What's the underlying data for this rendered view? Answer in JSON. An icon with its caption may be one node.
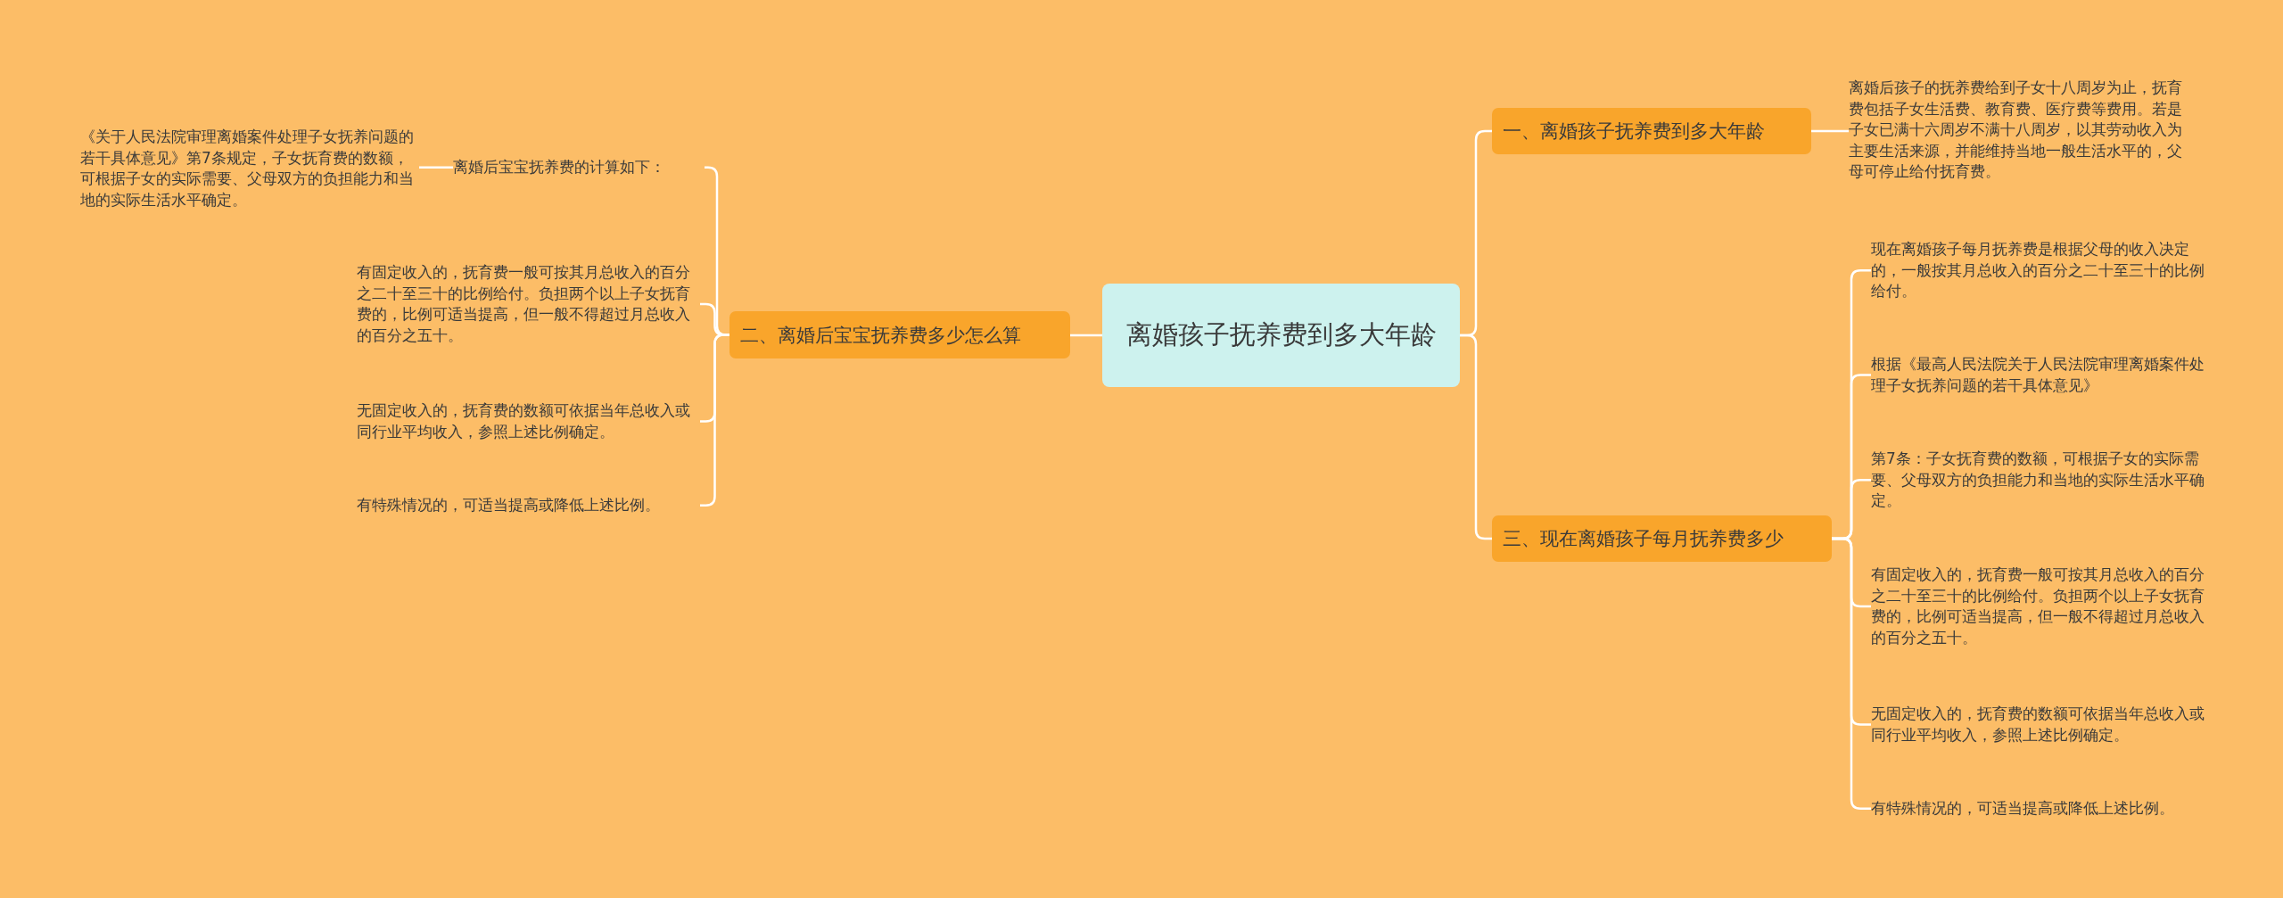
{
  "diagram": {
    "nodes": [
      {
        "text": [
          "离婚孩子抚养费到多大年龄"
        ]
      },
      {
        "text": [
          "一、离婚孩子抚养费到多大年龄"
        ]
      },
      {
        "text": [
          "离婚后孩子的抚养费给到子女十八周岁为止，抚育费包括子女生活费、教育费、医疗费等费用。若是子女已满十六周岁不满十八周岁，以其劳动收入为主要生活来源，并能维持当地一般生活水平的，父母可停止给付抚育费。"
        ]
      },
      {
        "text": [
          "三、现在离婚孩子每月抚养费多少"
        ]
      },
      {
        "text": [
          "现在离婚孩子每月抚养费是根据父母的收入决定的，一般按其月总收入的百分之二十至三十的比例给付。"
        ]
      },
      {
        "text": [
          "根据《最高人民法院关于人民法院审理离婚案件处理子女抚养问题的若干具体意见》"
        ]
      },
      {
        "text": [
          "第7条：子女抚育费的数额，可根据子女的实际需要、父母双方的负担能力和当地的实际生活水平确定。"
        ]
      },
      {
        "text": [
          "有固定收入的，抚育费一般可按其月总收入的百分之二十至三十的比例给付。负担两个以上子女抚育费的，比例可适当提高，但一般不得超过月总收入的百分之五十。"
        ]
      },
      {
        "text": [
          "无固定收入的，抚育费的数额可依据当年总收入或同行业平均收入，参照上述比例确定。"
        ]
      },
      {
        "text": [
          "有特殊情况的，可适当提高或降低上述比例。"
        ]
      },
      {
        "text": [
          "二、离婚后宝宝抚养费多少怎么算"
        ]
      },
      {
        "text": [
          "离婚后宝宝抚养费的计算如下："
        ]
      },
      {
        "text": [
          "《关于人民法院审理离婚案件处理子女抚养问题的若干具体意见》第7条规定，子女抚育费的数额，可根据子女的实际需要、父母双方的负担能力和当地的实际生活水平确定。"
        ]
      },
      {
        "text": [
          "有固定收入的，抚育费一般可按其月总收入的百分之二十至三十的比例给付。负担两个以上子女抚育费的，比例可适当提高，但一般不得超过月总收入的百分之五十。"
        ]
      },
      {
        "text": [
          "无固定收入的，抚育费的数额可依据当年总收入或同行业平均收入，参照上述比例确定。"
        ]
      },
      {
        "text": [
          "有特殊情况的，可适当提高或降低上述比例。"
        ]
      }
    ],
    "edges": [
      {
        "from": 0,
        "to": 1,
        "arrow": "none"
      },
      {
        "from": 1,
        "to": 2,
        "arrow": "none"
      },
      {
        "from": 0,
        "to": 3,
        "arrow": "none"
      },
      {
        "from": 3,
        "to": 4,
        "arrow": "none"
      },
      {
        "from": 3,
        "to": 5,
        "arrow": "none"
      },
      {
        "from": 3,
        "to": 6,
        "arrow": "none"
      },
      {
        "from": 3,
        "to": 7,
        "arrow": "none"
      },
      {
        "from": 3,
        "to": 8,
        "arrow": "none"
      },
      {
        "from": 3,
        "to": 9,
        "arrow": "none"
      },
      {
        "from": 0,
        "to": 10,
        "arrow": "none"
      },
      {
        "from": 10,
        "to": 11,
        "arrow": "none"
      },
      {
        "from": 11,
        "to": 12,
        "arrow": "none"
      },
      {
        "from": 10,
        "to": 13,
        "arrow": "none"
      },
      {
        "from": 10,
        "to": 14,
        "arrow": "none"
      },
      {
        "from": 10,
        "to": 15,
        "arrow": "none"
      }
    ]
  }
}
